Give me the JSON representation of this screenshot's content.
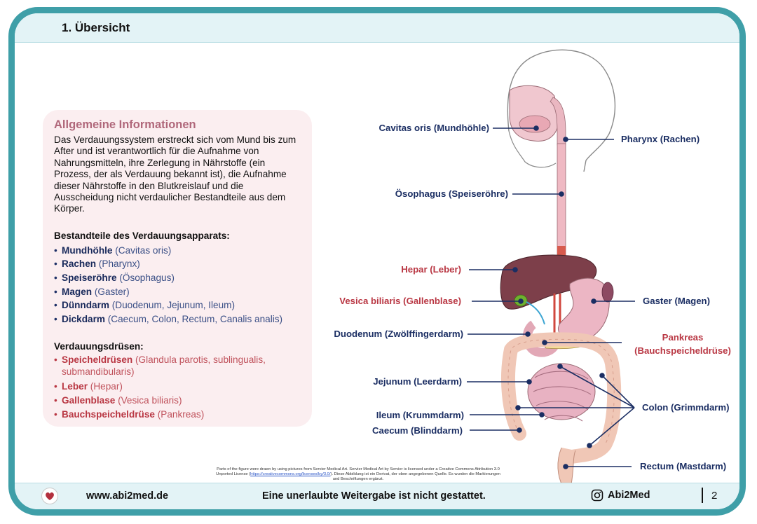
{
  "header": {
    "title": "1. Übersicht"
  },
  "info": {
    "title": "Allgemeine Informationen",
    "text": "Das Verdauungssystem erstreckt sich vom Mund bis zum After und ist verantwortlich für die Aufnahme von Nahrungsmitteln, ihre Zerlegung in Nährstoffe (ein Prozess, der als Verdauung bekannt ist), die Aufnahme dieser Nährstoffe in den Blutkreislauf und die Ausscheidung nicht verdaulicher Bestandteile aus dem Körper.",
    "components_heading": "Bestandteile des Verdauungsapparats:",
    "components": [
      {
        "term": "Mundhöhle",
        "desc": " (Cavitas oris)"
      },
      {
        "term": "Rachen",
        "desc": " (Pharynx)"
      },
      {
        "term": "Speiseröhre",
        "desc": " (Ösophagus)"
      },
      {
        "term": "Magen",
        "desc": " (Gaster)"
      },
      {
        "term": "Dünndarm",
        "desc": " (Duodenum, Jejunum, Ileum)"
      },
      {
        "term": "Dickdarm",
        "desc": " (Caecum, Colon, Rectum, Canalis analis)"
      }
    ],
    "glands_heading": "Verdauungsdrüsen:",
    "glands": [
      {
        "term": "Speicheldrüsen",
        "desc": " (Glandula parotis, sublingualis, submandibularis)"
      },
      {
        "term": "Leber",
        "desc": " (Hepar)"
      },
      {
        "term": "Gallenblase",
        "desc": " (Vesica biliaris)"
      },
      {
        "term": "Bauchspeicheldrüse",
        "desc": " (Pankreas)"
      }
    ]
  },
  "labels": {
    "cavitas": "Cavitas oris (Mundhöhle)",
    "pharynx": "Pharynx (Rachen)",
    "oesophagus": "Ösophagus (Speiseröhre)",
    "hepar": "Hepar (Leber)",
    "vesica": "Vesica biliaris (Gallenblase)",
    "gaster": "Gaster (Magen)",
    "duodenum": "Duodenum (Zwölffingerdarm)",
    "pankreas_1": "Pankreas",
    "pankreas_2": "(Bauchspeicheldrüse)",
    "jejunum": "Jejunum (Leerdarm)",
    "ileum": "Ileum (Krummdarm)",
    "caecum": "Caecum (Blinddarm)",
    "colon": "Colon (Grimmdarm)",
    "rectum": "Rectum (Mastdarm)"
  },
  "credit": {
    "line1": "Parts of the figure were drawn by using pictures from Servier Medical Art. Servier Medical Art by Servier is licensed under a Creative Commons Attribution 3.0",
    "line2_pre": "Unported License (",
    "link": "https://creativecommons.org/licenses/by/3.0/",
    "line2_post": "). Diese Abbildung ist ein Derivat, der oben angegebenen Quelle. Es wurden die Markierungen",
    "line3": "und Beschriftungen ergänzt."
  },
  "footer": {
    "url": "www.abi2med.de",
    "notice": "Eine unerlaubte Weitergabe ist nicht gestattet.",
    "instagram": "Abi2Med",
    "page": "2"
  },
  "colors": {
    "frame": "#3f9fa8",
    "header_bg": "#e3f3f6",
    "info_bg": "#fbeef0",
    "navy": "#1b2e63",
    "red": "#b93743"
  }
}
